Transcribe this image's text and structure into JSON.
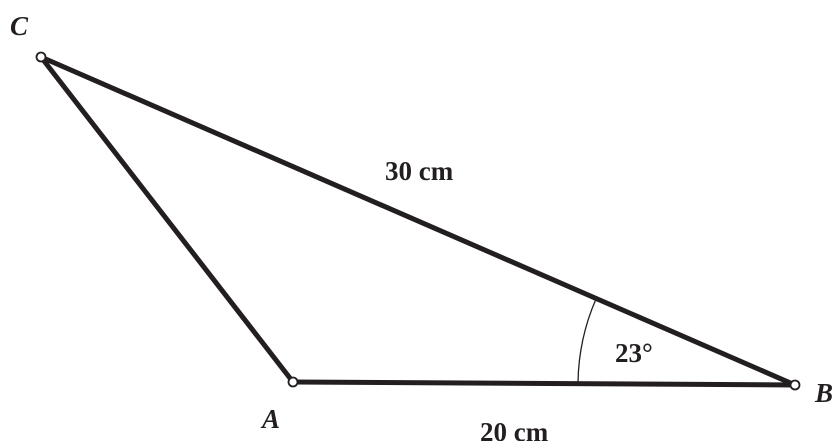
{
  "figure": {
    "vertices": {
      "a": "A",
      "b": "B",
      "c": "C"
    },
    "side_ab": "20 cm",
    "side_bc": "30 cm",
    "angle_b": "23°"
  }
}
